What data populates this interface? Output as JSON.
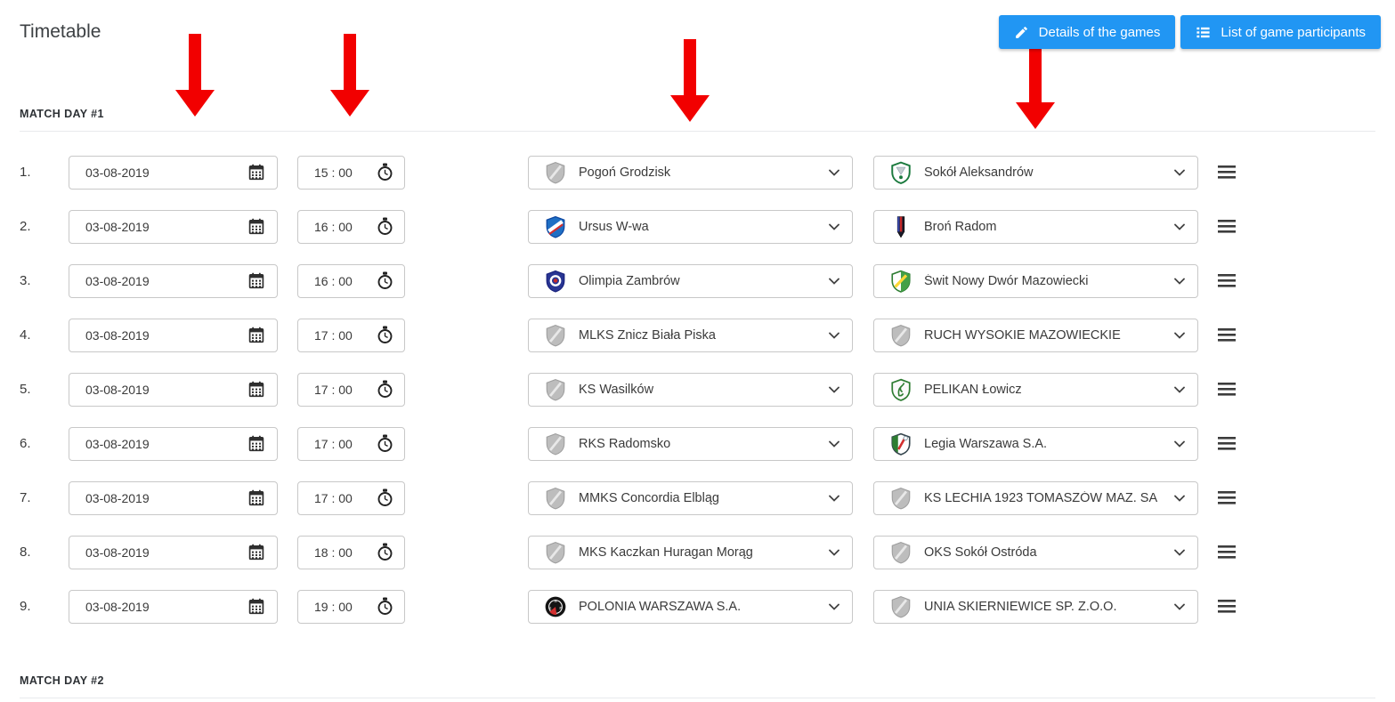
{
  "page": {
    "title": "Timetable"
  },
  "toolbar": {
    "details_button": "Details of the games",
    "participants_button": "List of game participants",
    "accent_color": "#2196f3",
    "icons": {
      "details": "pencil-icon",
      "participants": "list-icon"
    }
  },
  "arrows": {
    "color": "#f20000",
    "count": 4,
    "points_to": [
      "date-column",
      "time-column",
      "home-team-column",
      "away-team-column"
    ]
  },
  "sections": [
    {
      "label": "MATCH DAY #1",
      "matches": [
        {
          "num": "1.",
          "date": "03-08-2019",
          "time": "15 : 00",
          "home": {
            "name": "Pogoń Grodzisk",
            "crest": "placeholder"
          },
          "away": {
            "name": "Sokół Aleksandrów",
            "crest": "sokol"
          }
        },
        {
          "num": "2.",
          "date": "03-08-2019",
          "time": "16 : 00",
          "home": {
            "name": "Ursus W-wa",
            "crest": "ursus"
          },
          "away": {
            "name": "Broń Radom",
            "crest": "bron"
          }
        },
        {
          "num": "3.",
          "date": "03-08-2019",
          "time": "16 : 00",
          "home": {
            "name": "Olimpia Zambrów",
            "crest": "olimpia"
          },
          "away": {
            "name": "Świt Nowy Dwór Mazowiecki",
            "crest": "swit"
          }
        },
        {
          "num": "4.",
          "date": "03-08-2019",
          "time": "17 : 00",
          "home": {
            "name": "MLKS Znicz Biała Piska",
            "crest": "placeholder"
          },
          "away": {
            "name": "RUCH WYSOKIE MAZOWIECKIE",
            "crest": "placeholder"
          }
        },
        {
          "num": "5.",
          "date": "03-08-2019",
          "time": "17 : 00",
          "home": {
            "name": "KS Wasilków",
            "crest": "placeholder"
          },
          "away": {
            "name": "PELIKAN Łowicz",
            "crest": "pelikan"
          }
        },
        {
          "num": "6.",
          "date": "03-08-2019",
          "time": "17 : 00",
          "home": {
            "name": "RKS Radomsko",
            "crest": "placeholder"
          },
          "away": {
            "name": "Legia Warszawa S.A.",
            "crest": "legia"
          }
        },
        {
          "num": "7.",
          "date": "03-08-2019",
          "time": "17 : 00",
          "home": {
            "name": "MMKS Concordia Elbląg",
            "crest": "placeholder"
          },
          "away": {
            "name": "KS LECHIA 1923 TOMASZÓW MAZ. SA",
            "crest": "placeholder"
          }
        },
        {
          "num": "8.",
          "date": "03-08-2019",
          "time": "18 : 00",
          "home": {
            "name": "MKS Kaczkan Huragan Morąg",
            "crest": "placeholder"
          },
          "away": {
            "name": "OKS Sokół Ostróda",
            "crest": "placeholder"
          }
        },
        {
          "num": "9.",
          "date": "03-08-2019",
          "time": "19 : 00",
          "home": {
            "name": "POLONIA WARSZAWA S.A.",
            "crest": "polonia"
          },
          "away": {
            "name": "UNIA SKIERNIEWICE SP. Z.O.O.",
            "crest": "placeholder"
          }
        }
      ]
    },
    {
      "label": "MATCH DAY #2",
      "matches": []
    }
  ]
}
